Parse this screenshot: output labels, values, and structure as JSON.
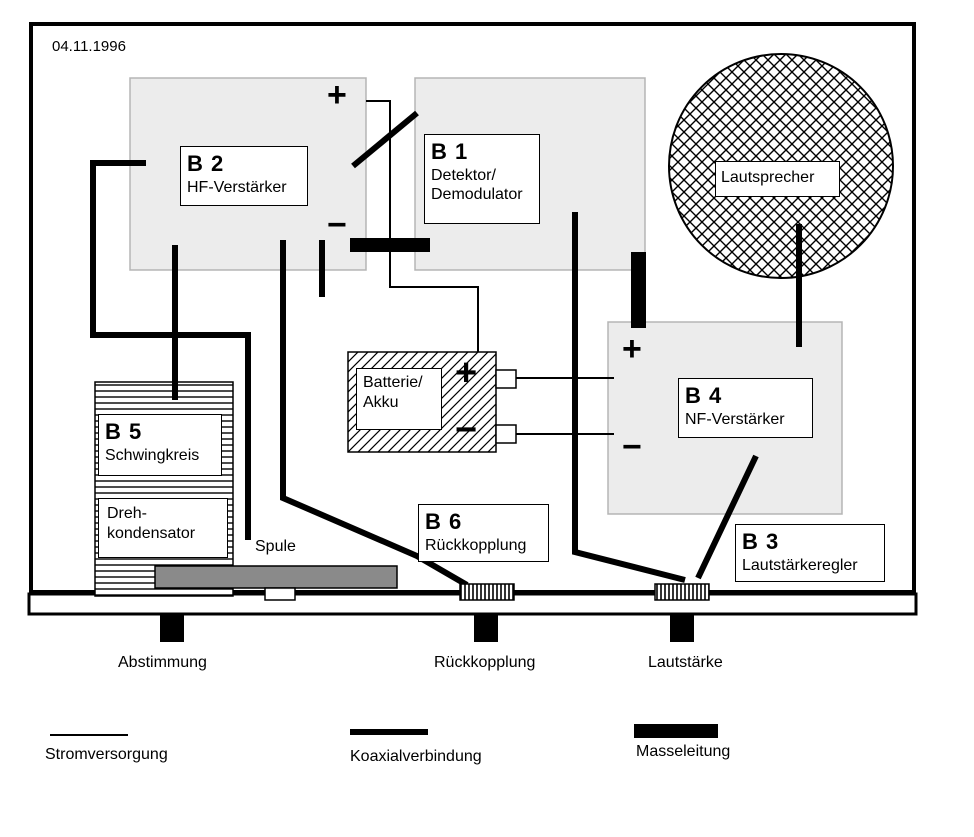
{
  "date": "04.11.1996",
  "blocks": {
    "b2": {
      "code": "B 2",
      "name": "HF-Verstärker"
    },
    "b1": {
      "code": "B 1",
      "name_line1": "Detektor/",
      "name_line2": "Demodulator"
    },
    "b4": {
      "code": "B 4",
      "name": "NF-Verstärker"
    },
    "b5": {
      "code": "B 5",
      "name": "Schwingkreis"
    },
    "b6": {
      "code": "B 6",
      "name": "Rückkopplung"
    },
    "b3": {
      "code": "B 3",
      "name": "Lautstärkeregler"
    }
  },
  "components": {
    "speaker": "Lautsprecher",
    "battery_line1": "Batterie/",
    "battery_line2": "Akku",
    "capacitor_line1": "Dreh-",
    "capacitor_line2": "kondensator",
    "coil": "Spule"
  },
  "symbols": {
    "plus": "+",
    "minus": "−"
  },
  "knobs": {
    "tuning": "Abstimmung",
    "feedback": "Rückkopplung",
    "volume": "Lautstärke"
  },
  "legend": {
    "power": "Stromversorgung",
    "coax": "Koaxialverbindung",
    "ground": "Masseleitung"
  },
  "colors": {
    "line": "#000000",
    "block_fill": "#ececec",
    "speaker_hatch": "#000000",
    "slider_bar": "#8a8a8a"
  }
}
